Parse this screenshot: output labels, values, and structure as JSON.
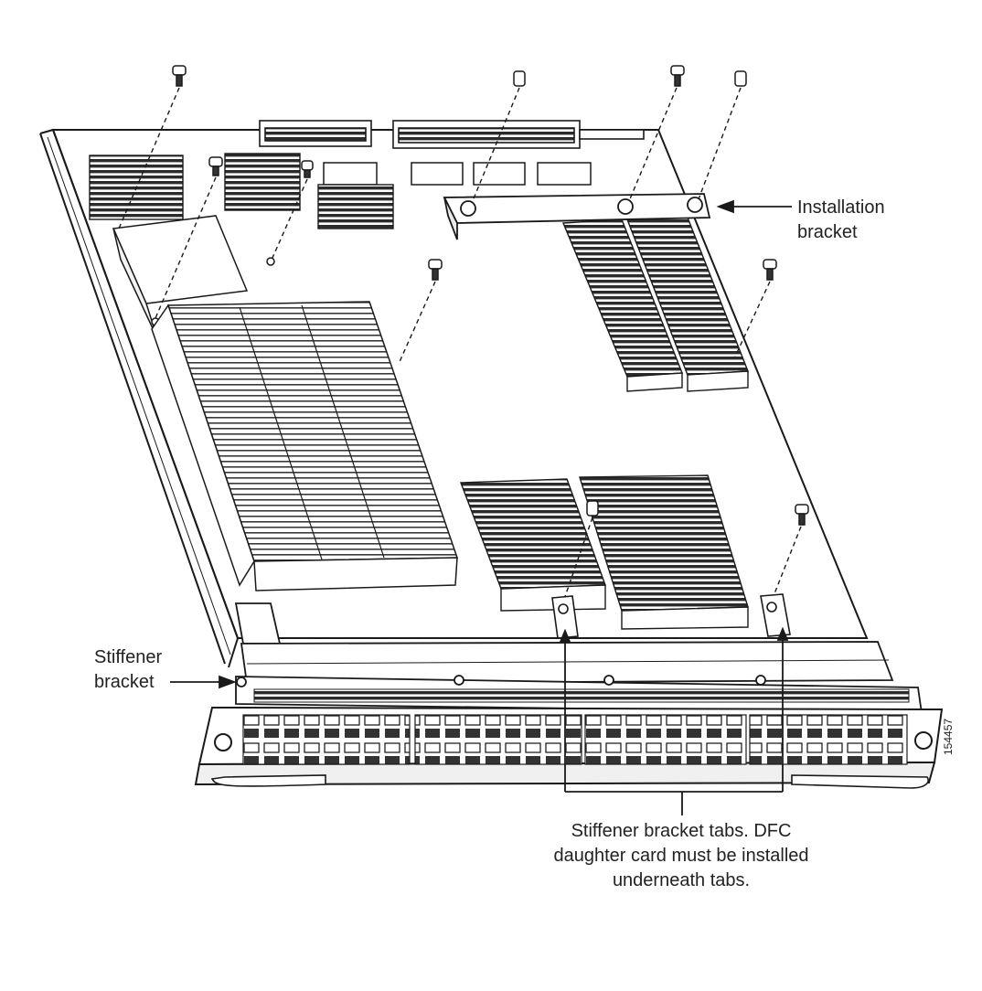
{
  "callouts": {
    "installation_bracket": [
      "Installation",
      "bracket"
    ],
    "stiffener_bracket": [
      "Stiffener",
      "bracket"
    ],
    "stiffener_tabs": [
      "Stiffener bracket tabs. DFC",
      "daughter card must be installed",
      "underneath tabs."
    ]
  },
  "figure_id": "154457",
  "colors": {
    "ink": "#1a1a1a",
    "paper": "#ffffff",
    "fin": "#2b2b2b"
  }
}
